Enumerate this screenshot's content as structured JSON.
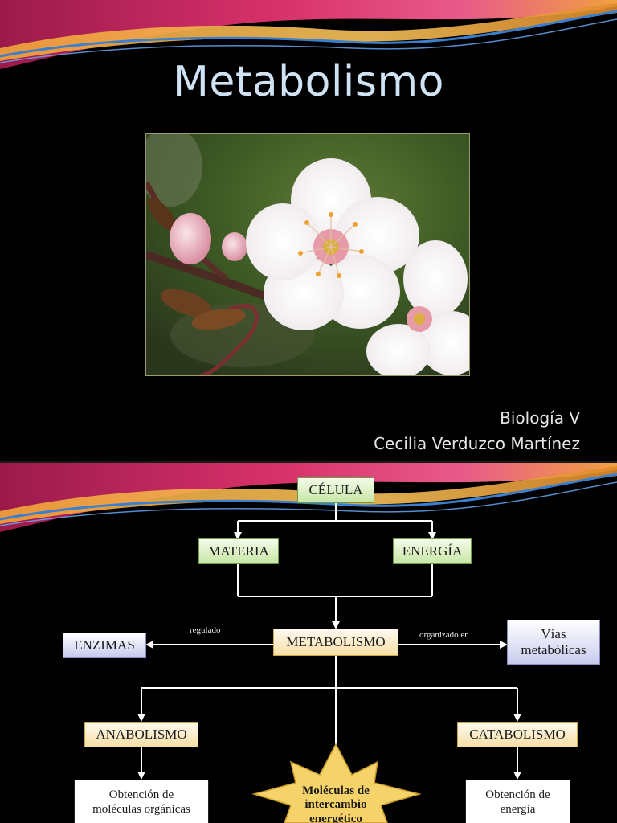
{
  "slide1": {
    "title": "Metabolismo",
    "subtitle_line1": "Biología V",
    "subtitle_line2": "Cecilia Verduzco Martínez",
    "photo": "flower-blossom-photo"
  },
  "slide2": {
    "nodes": {
      "celula": "CÉLULA",
      "materia": "MATERIA",
      "energia": "ENERGÍA",
      "metabolismo": "METABOLISMO",
      "enzimas": "ENZIMAS",
      "vias_line1": "Vías",
      "vias_line2": "metabólicas",
      "anabolismo": "ANABOLISMO",
      "catabolismo": "CATABOLISMO",
      "obtencion_moleculas_line1": "Obtención de",
      "obtencion_moleculas_line2": "moléculas orgánicas",
      "obtencion_energia_line1": "Obtención de",
      "obtencion_energia_line2": "energía",
      "star_line1": "Moléculas de",
      "star_line2": "intercambio",
      "star_line3": "energético"
    },
    "edge_labels": {
      "regulado": "regulado",
      "organizado_en": "organizado en"
    }
  },
  "colors": {
    "background": "#000000",
    "title": "#cfe3f5",
    "node_green": "#c8e6a6",
    "node_yellow": "#f6e0a6",
    "node_lavender": "#c8cbee",
    "star": "#f5d36a"
  }
}
